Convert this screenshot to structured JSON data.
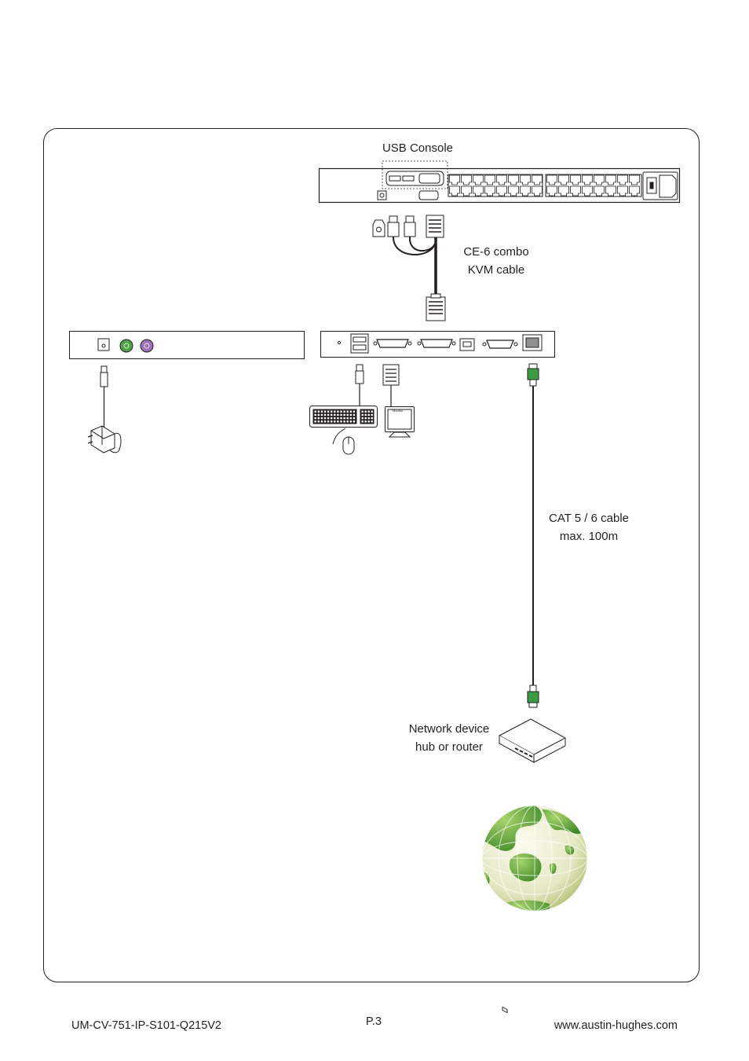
{
  "labels": {
    "usb_console": "USB Console",
    "kvm_cable_line1": "CE-6 combo",
    "kvm_cable_line2": "KVM cable",
    "cat_cable_line1": "CAT 5 / 6 cable",
    "cat_cable_line2": "max. 100m",
    "network_line1": "Network device",
    "network_line2": "hub or router",
    "monitor_label": "Monitor"
  },
  "footer": {
    "doc_code": "UM-CV-751-IP-S101-Q215V2",
    "page": "P.3",
    "website": "www.austin-hughes.com"
  },
  "colors": {
    "line": "#231f20",
    "ps2_keyboard": "#4ea24b",
    "ps2_mouse": "#9b72b6",
    "rj45_green": "#3d9a45",
    "globe_land": "#6aa83a",
    "globe_sea": "#eef0d6"
  },
  "icons": [
    "kvm-switch-icon",
    "kvm-cable-icon",
    "power-adapter-icon",
    "keyboard-icon",
    "mouse-icon",
    "monitor-icon",
    "rj45-connector-icon",
    "network-hub-icon",
    "globe-icon"
  ]
}
